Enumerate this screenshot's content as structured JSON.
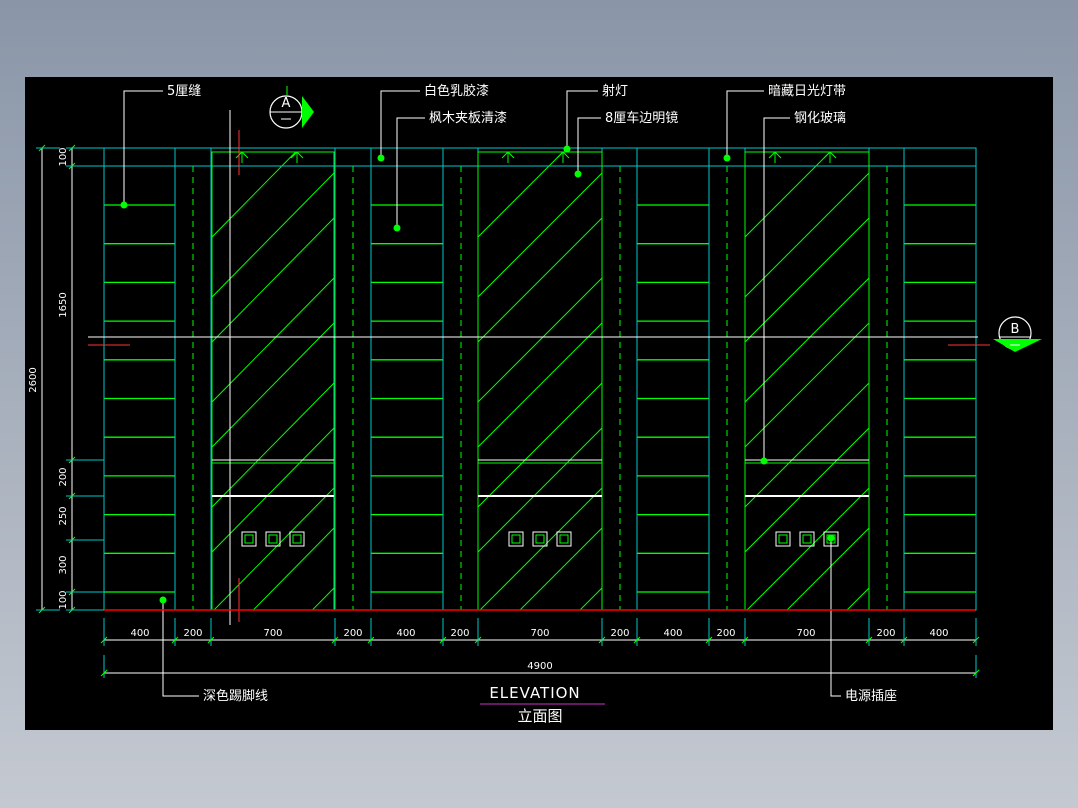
{
  "annotations": {
    "seam_5mm": "5厘缝",
    "white_latex": "白色乳胶漆",
    "maple_veneer": "枫木夹板清漆",
    "spotlight": "射灯",
    "mirror_8mm": "8厘车边明镜",
    "hidden_lamp": "暗藏日光灯带",
    "tempered_glass": "钢化玻璃",
    "baseboard": "深色踢脚线",
    "socket": "电源插座"
  },
  "section_markers": {
    "a": "A",
    "b": "B"
  },
  "dimensions": {
    "horizontal": [
      "400",
      "200",
      "700",
      "200",
      "400",
      "200",
      "700",
      "200",
      "400",
      "200",
      "700",
      "200",
      "400"
    ],
    "total": "4900",
    "vertical_segments": [
      "100",
      "1650",
      "200",
      "250",
      "300",
      "100"
    ],
    "vertical_total": "2600"
  },
  "title": {
    "main": "ELEVATION",
    "sub": "立面图"
  },
  "colors": {
    "background": "#000000",
    "frame": "#00c8c8",
    "line": "#00ff00",
    "dot": "#00ff00",
    "text": "#ffffff",
    "floor": "#ff0000",
    "underline": "#cc33cc"
  }
}
